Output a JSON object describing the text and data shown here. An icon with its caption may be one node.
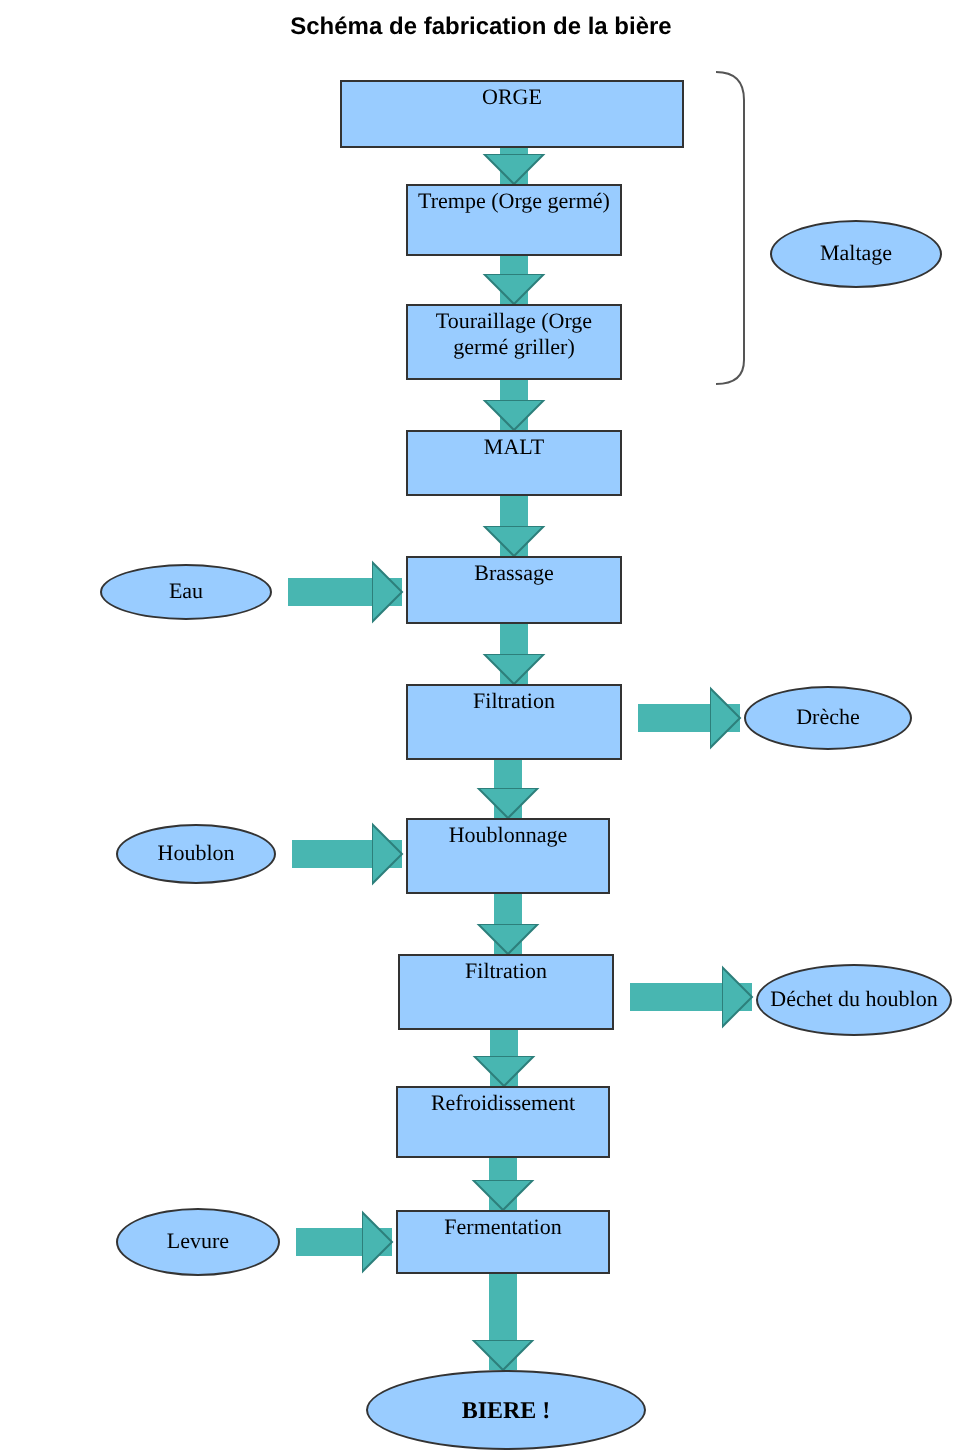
{
  "diagram": {
    "title": "Schéma de fabrication de la bière",
    "nodes": [
      {
        "text": [
          "ORGE"
        ]
      },
      {
        "text": [
          "Trempe (Orge germé)"
        ]
      },
      {
        "text": [
          "Touraillage (Orge germé griller)"
        ]
      },
      {
        "text": [
          "Maltage"
        ]
      },
      {
        "text": [
          "MALT"
        ]
      },
      {
        "text": [
          "Eau"
        ]
      },
      {
        "text": [
          "Brassage"
        ]
      },
      {
        "text": [
          "Filtration"
        ]
      },
      {
        "text": [
          "Drèche"
        ]
      },
      {
        "text": [
          "Houblon"
        ]
      },
      {
        "text": [
          "Houblonnage"
        ]
      },
      {
        "text": [
          "Filtration"
        ]
      },
      {
        "text": [
          "Déchet du houblon"
        ]
      },
      {
        "text": [
          "Refroidissement"
        ]
      },
      {
        "text": [
          "Levure"
        ]
      },
      {
        "text": [
          "Fermentation"
        ]
      },
      {
        "text": [
          "BIERE !"
        ]
      }
    ],
    "edges": [
      {
        "from": 0,
        "to": 1,
        "arrow": "to"
      },
      {
        "from": 1,
        "to": 2,
        "arrow": "to"
      },
      {
        "from": 2,
        "to": 4,
        "arrow": "to"
      },
      {
        "from": 4,
        "to": 6,
        "arrow": "to"
      },
      {
        "from": 5,
        "to": 6,
        "arrow": "to"
      },
      {
        "from": 6,
        "to": 7,
        "arrow": "to"
      },
      {
        "from": 7,
        "to": 8,
        "arrow": "to"
      },
      {
        "from": 7,
        "to": 10,
        "arrow": "to"
      },
      {
        "from": 9,
        "to": 10,
        "arrow": "to"
      },
      {
        "from": 10,
        "to": 11,
        "arrow": "to"
      },
      {
        "from": 11,
        "to": 12,
        "arrow": "to"
      },
      {
        "from": 11,
        "to": 13,
        "arrow": "to"
      },
      {
        "from": 13,
        "to": 15,
        "arrow": "to"
      },
      {
        "from": 14,
        "to": 15,
        "arrow": "to"
      },
      {
        "from": 15,
        "to": 16,
        "arrow": "to"
      }
    ]
  }
}
